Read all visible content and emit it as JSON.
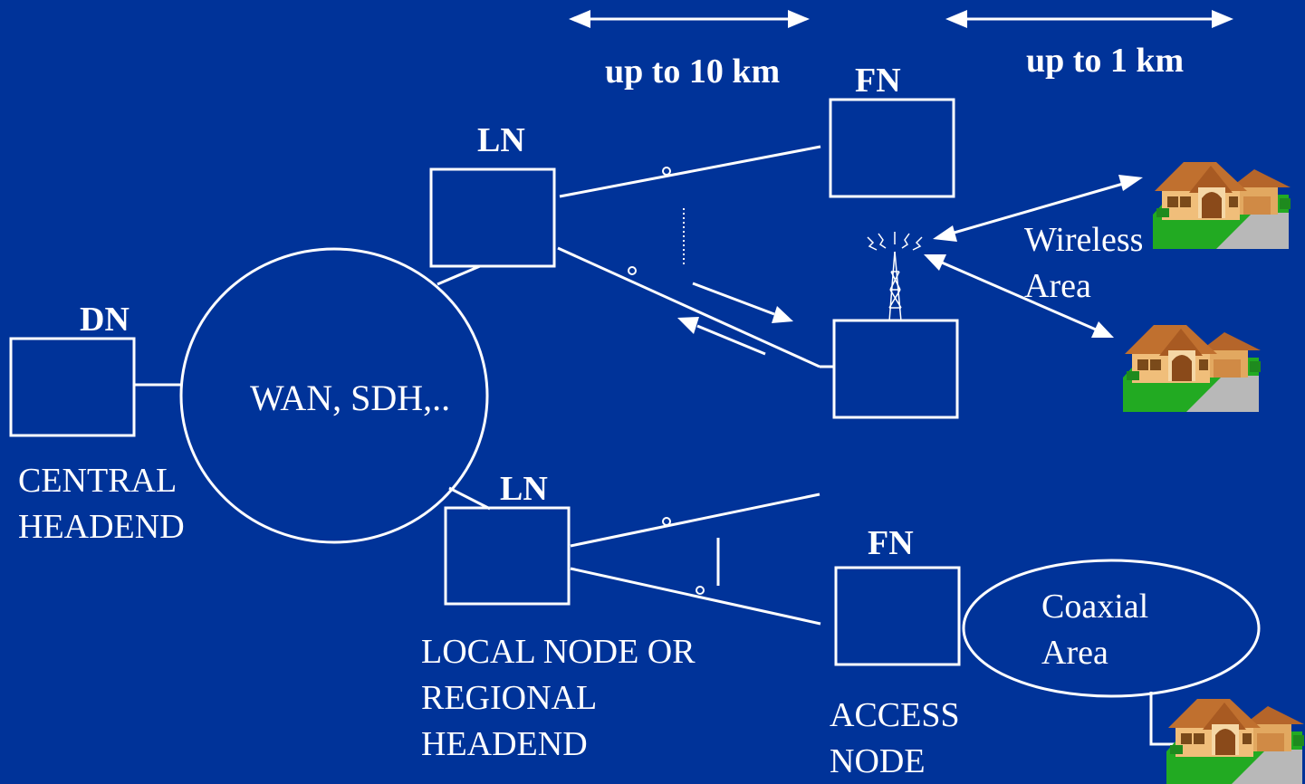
{
  "distances": {
    "near": "up to 10 km",
    "far": "up to 1 km"
  },
  "nodes": {
    "dn": "DN",
    "ln_top": "LN",
    "ln_bottom": "LN",
    "fn_top": "FN",
    "fn_bottom": "FN"
  },
  "network": {
    "cloud": "WAN, SDH,.."
  },
  "captions": {
    "central_1": "CENTRAL",
    "central_2": "HEADEND",
    "local_1": "LOCAL NODE OR",
    "local_2": "REGIONAL",
    "local_3": "HEADEND",
    "access_1": "ACCESS",
    "access_2": "NODE"
  },
  "areas": {
    "wireless_1": "Wireless",
    "wireless_2": "Area",
    "coax_1": "Coaxial",
    "coax_2": "Area"
  },
  "colors": {
    "background": "#003399",
    "lines": "#ffffff"
  }
}
